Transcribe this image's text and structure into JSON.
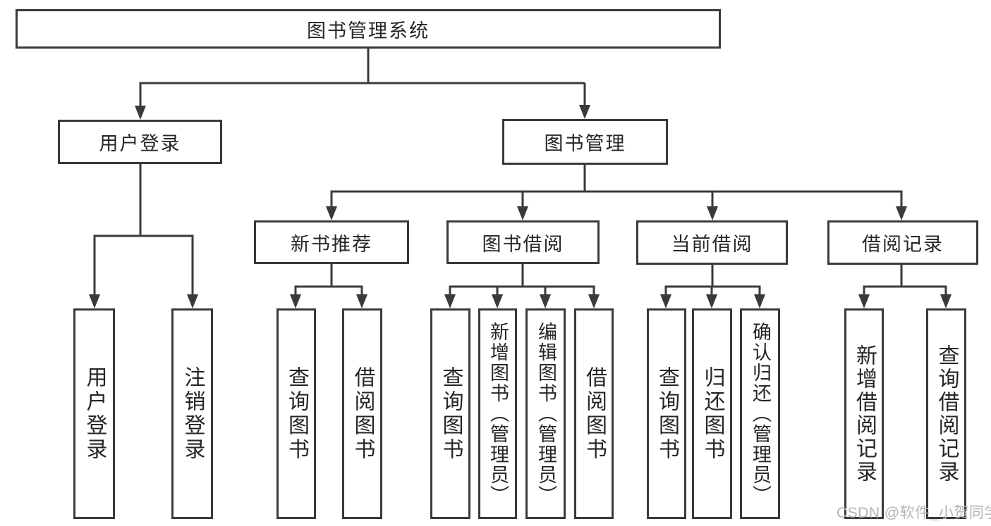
{
  "diagram": {
    "title": "图书管理系统",
    "root": {
      "label": "图书管理系统"
    },
    "level2": {
      "user_login_group": {
        "label": "用户登录"
      },
      "book_management": {
        "label": "图书管理"
      }
    },
    "level3": {
      "new_book_recommend": {
        "label": "新书推荐"
      },
      "book_borrowing": {
        "label": "图书借阅"
      },
      "current_borrowing": {
        "label": "当前借阅"
      },
      "borrowing_records": {
        "label": "借阅记录"
      }
    },
    "leaves": {
      "user_login": {
        "label": "用户登录"
      },
      "logout": {
        "label": "注销登录"
      },
      "nbr_query_book": {
        "label": "查询图书"
      },
      "nbr_borrow_book": {
        "label": "借阅图书"
      },
      "bb_query_book": {
        "label": "查询图书"
      },
      "bb_add_book_admin": {
        "label": "新增图书（管理员）"
      },
      "bb_edit_book_admin": {
        "label": "编辑图书（管理员）"
      },
      "bb_borrow_book": {
        "label": "借阅图书"
      },
      "cb_query_book": {
        "label": "查询图书"
      },
      "cb_return_book": {
        "label": "归还图书"
      },
      "cb_confirm_return_admin": {
        "label": "确认归还（管理员）"
      },
      "br_add_record": {
        "label": "新增借阅记录"
      },
      "br_query_record": {
        "label": "查询借阅记录"
      }
    },
    "colors": {
      "line": "#3a3a3a",
      "box_border": "#3a3a3a",
      "text": "#262626",
      "background": "#ffffff",
      "watermark_text": "#b3b3b3"
    }
  },
  "watermark": "CSDN @软件_小贺同学"
}
